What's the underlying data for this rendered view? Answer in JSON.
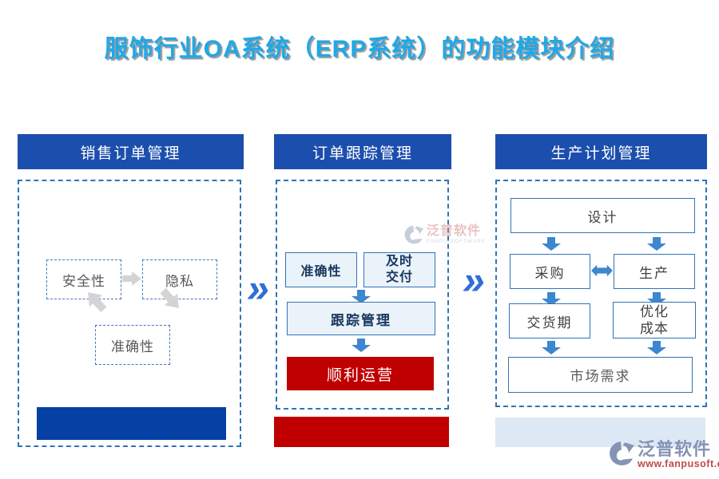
{
  "title": "服饰行业OA系统（ERP系统）的功能模块介绍",
  "colors": {
    "title_blue": "#1FA8E8",
    "header_blue": "#1C4FAD",
    "deep_blue": "#0540A5",
    "red": "#C00000",
    "arrow_blue": "#3D87CE",
    "chevron_blue": "#2F6FD8",
    "border_blue": "#2E75B6",
    "box_fill": "#EAF2FA",
    "pale_bar": "#DCE9F5",
    "gray_arrow": "#D4D4D4",
    "inner_dash": "#4472C4",
    "gray_text": "#595959",
    "navy_text": "#17375E",
    "logo_gray": "#8593B5",
    "logo_red": "#BE4B48"
  },
  "panels": [
    {
      "header": "销售订单管理",
      "items": {
        "security": "安全性",
        "privacy": "隐私",
        "accuracy": "准确性"
      }
    },
    {
      "header": "订单跟踪管理",
      "items": {
        "accuracy": "准确性",
        "timely": "及时交付",
        "tracking": "跟踪管理",
        "smooth": "顺利运营"
      }
    },
    {
      "header": "生产计划管理",
      "items": {
        "design": "设计",
        "purchase": "采购",
        "production": "生产",
        "delivery": "交货期",
        "cost": "优化成本",
        "market": "市场需求"
      }
    }
  ],
  "chevron": "»",
  "watermark": {
    "name": "泛普软件",
    "sub": "FANPU SOFTWARE"
  },
  "logo": {
    "name": "泛普软件",
    "url": "www.fanpusoft.com"
  }
}
